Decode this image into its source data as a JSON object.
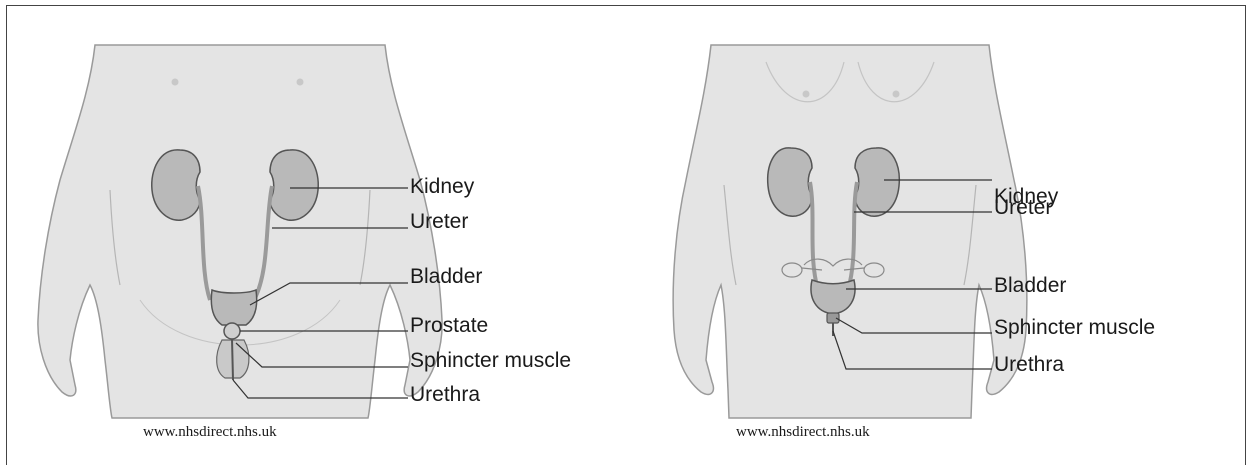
{
  "colors": {
    "body_fill": "#e4e4e4",
    "body_stroke": "#9a9a9a",
    "organ_fill": "#b9b9b9",
    "organ_stroke": "#555555",
    "leader_line": "#333333"
  },
  "male_figure": {
    "labels": {
      "kidney": "Kidney",
      "ureter": "Ureter",
      "bladder": "Bladder",
      "prostate": "Prostate",
      "sphincter": "Sphincter muscle",
      "urethra": "Urethra"
    },
    "credit": "www.nhsdirect.nhs.uk"
  },
  "female_figure": {
    "labels": {
      "kidney": "Kidney",
      "ureter": "Ureter",
      "bladder": "Bladder",
      "sphincter": "Sphincter muscle",
      "urethra": "Urethra"
    },
    "credit": "www.nhsdirect.nhs.uk"
  }
}
